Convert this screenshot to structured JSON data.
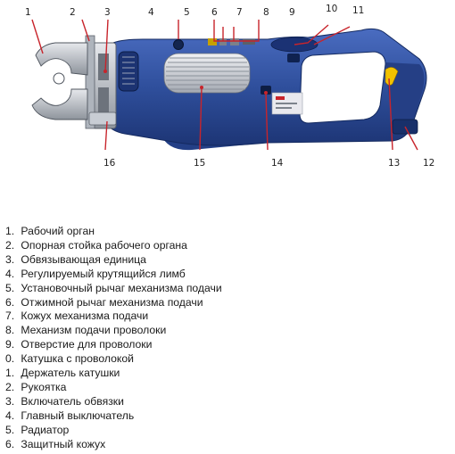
{
  "callouts": [
    {
      "num": "1"
    },
    {
      "num": "2"
    },
    {
      "num": "3"
    },
    {
      "num": "4"
    },
    {
      "num": "5"
    },
    {
      "num": "6"
    },
    {
      "num": "7"
    },
    {
      "num": "8"
    },
    {
      "num": "9"
    },
    {
      "num": "10"
    },
    {
      "num": "11"
    },
    {
      "num": "12"
    },
    {
      "num": "13"
    },
    {
      "num": "14"
    },
    {
      "num": "15"
    },
    {
      "num": "16"
    }
  ],
  "legend": [
    {
      "num": "1.",
      "text": "Рабочий орган"
    },
    {
      "num": "2.",
      "text": "Опорная стойка рабочего органа"
    },
    {
      "num": "3.",
      "text": "Обвязывающая единица"
    },
    {
      "num": "4.",
      "text": "Регулируемый крутящийся лимб"
    },
    {
      "num": "5.",
      "text": "Установочный рычаг механизма подачи"
    },
    {
      "num": "6.",
      "text": "Отжимной рычаг механизма подачи"
    },
    {
      "num": "7.",
      "text": "Кожух механизма подачи"
    },
    {
      "num": "8.",
      "text": "Механизм подачи проволоки"
    },
    {
      "num": "9.",
      "text": "Отверстие для проволоки"
    },
    {
      "num": "0.",
      "text": "Катушка с проволокой"
    },
    {
      "num": "1.",
      "text": "Держатель катушки"
    },
    {
      "num": "2.",
      "text": "Рукоятка"
    },
    {
      "num": "3.",
      "text": "Включатель обвязки"
    },
    {
      "num": "4.",
      "text": "Главный выключатель"
    },
    {
      "num": "5.",
      "text": "Радиатор"
    },
    {
      "num": "6.",
      "text": "Защитный кожух"
    }
  ],
  "colors": {
    "body_blue": "#2f4f9c",
    "body_dark": "#1d3575",
    "metal": "#bfc4cc",
    "trigger": "#f2c200",
    "leader": "#c8242b"
  }
}
